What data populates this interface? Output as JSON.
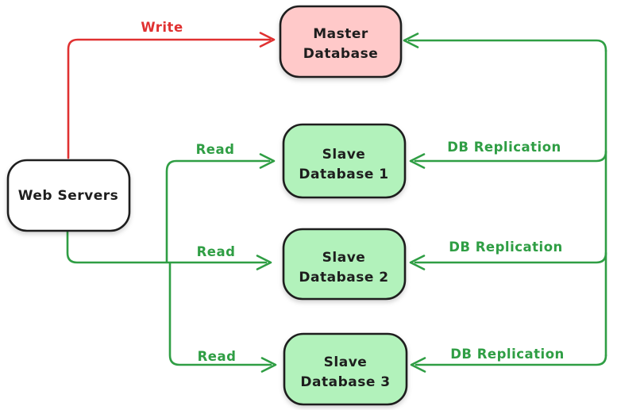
{
  "colors": {
    "red": "#e03131",
    "green": "#2f9e44",
    "black": "#1e1e1e",
    "master_fill": "#ffc9c9",
    "slave_fill": "#b2f2bb",
    "web_fill": "#ffffff",
    "background": "#ffffff"
  },
  "nodes": {
    "web_servers": {
      "label": "Web Servers",
      "fill": "#ffffff"
    },
    "master": {
      "line1": "Master",
      "line2": "Database",
      "fill": "#ffc9c9"
    },
    "slave1": {
      "line1": "Slave",
      "line2": "Database 1",
      "fill": "#b2f2bb"
    },
    "slave2": {
      "line1": "Slave",
      "line2": "Database 2",
      "fill": "#b2f2bb"
    },
    "slave3": {
      "line1": "Slave",
      "line2": "Database 3",
      "fill": "#b2f2bb"
    }
  },
  "edges": {
    "write": "Write",
    "read1": "Read",
    "read2": "Read",
    "read3": "Read",
    "replication1": "DB Replication",
    "replication2": "DB Replication",
    "replication3": "DB Replication"
  }
}
